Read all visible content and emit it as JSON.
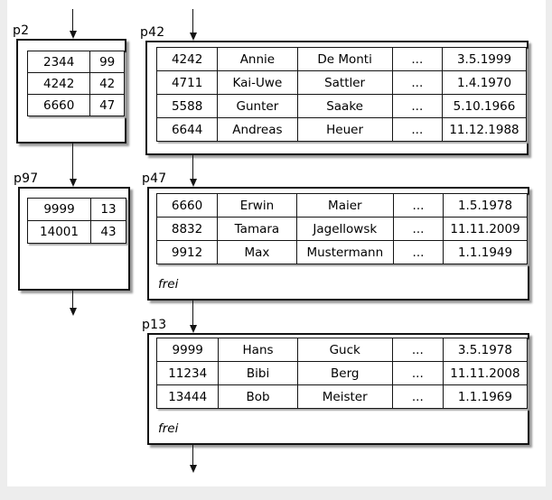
{
  "diagram": {
    "title_hint": "linked database pages with records",
    "colors": {
      "border": "#141414",
      "box_shadow": "#999999",
      "page_background": "#ffffff",
      "outer_background": "#ededed"
    },
    "pages": {
      "p2": {
        "label": "p2",
        "rows": [
          [
            "2344",
            "99"
          ],
          [
            "4242",
            "42"
          ],
          [
            "6660",
            "47"
          ]
        ]
      },
      "p42": {
        "label": "p42",
        "rows": [
          [
            "4242",
            "Annie",
            "De Monti",
            "...",
            "3.5.1999"
          ],
          [
            "4711",
            "Kai-Uwe",
            "Sattler",
            "...",
            "1.4.1970"
          ],
          [
            "5588",
            "Gunter",
            "Saake",
            "...",
            "5.10.1966"
          ],
          [
            "6644",
            "Andreas",
            "Heuer",
            "...",
            "11.12.1988"
          ]
        ]
      },
      "p97": {
        "label": "p97",
        "rows": [
          [
            "9999",
            "13"
          ],
          [
            "14001",
            "43"
          ]
        ]
      },
      "p47": {
        "label": "p47",
        "rows": [
          [
            "6660",
            "Erwin",
            "Maier",
            "...",
            "1.5.1978"
          ],
          [
            "8832",
            "Tamara",
            "Jagellowsk",
            "...",
            "11.11.2009"
          ],
          [
            "9912",
            "Max",
            "Mustermann",
            "...",
            "1.1.1949"
          ]
        ],
        "free_label": "frei"
      },
      "p13": {
        "label": "p13",
        "rows": [
          [
            "9999",
            "Hans",
            "Guck",
            "...",
            "3.5.1978"
          ],
          [
            "11234",
            "Bibi",
            "Berg",
            "...",
            "11.11.2008"
          ],
          [
            "13444",
            "Bob",
            "Meister",
            "...",
            "1.1.1969"
          ]
        ],
        "free_label": "frei"
      }
    }
  }
}
